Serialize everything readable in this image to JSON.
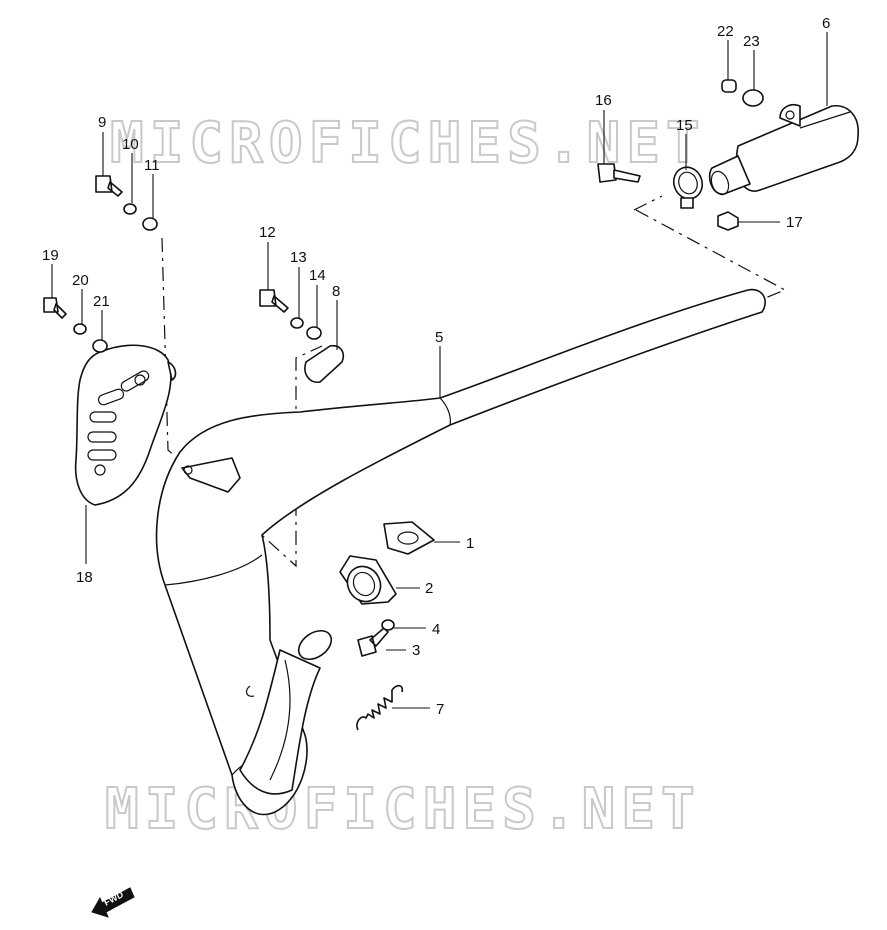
{
  "watermark": "MICROFICHES.NET",
  "fwd_label": "FWD",
  "callouts": [
    {
      "id": "c1",
      "text": "1"
    },
    {
      "id": "c2",
      "text": "2"
    },
    {
      "id": "c3",
      "text": "3"
    },
    {
      "id": "c4",
      "text": "4"
    },
    {
      "id": "c5",
      "text": "5"
    },
    {
      "id": "c6",
      "text": "6"
    },
    {
      "id": "c7",
      "text": "7"
    },
    {
      "id": "c8",
      "text": "8"
    },
    {
      "id": "c9",
      "text": "9"
    },
    {
      "id": "c10",
      "text": "10"
    },
    {
      "id": "c11",
      "text": "11"
    },
    {
      "id": "c12",
      "text": "12"
    },
    {
      "id": "c13",
      "text": "13"
    },
    {
      "id": "c14",
      "text": "14"
    },
    {
      "id": "c15",
      "text": "15"
    },
    {
      "id": "c16",
      "text": "16"
    },
    {
      "id": "c17",
      "text": "17"
    },
    {
      "id": "c18",
      "text": "18"
    },
    {
      "id": "c19",
      "text": "19"
    },
    {
      "id": "c20",
      "text": "20"
    },
    {
      "id": "c21",
      "text": "21"
    },
    {
      "id": "c22",
      "text": "22"
    },
    {
      "id": "c23",
      "text": "23"
    }
  ]
}
